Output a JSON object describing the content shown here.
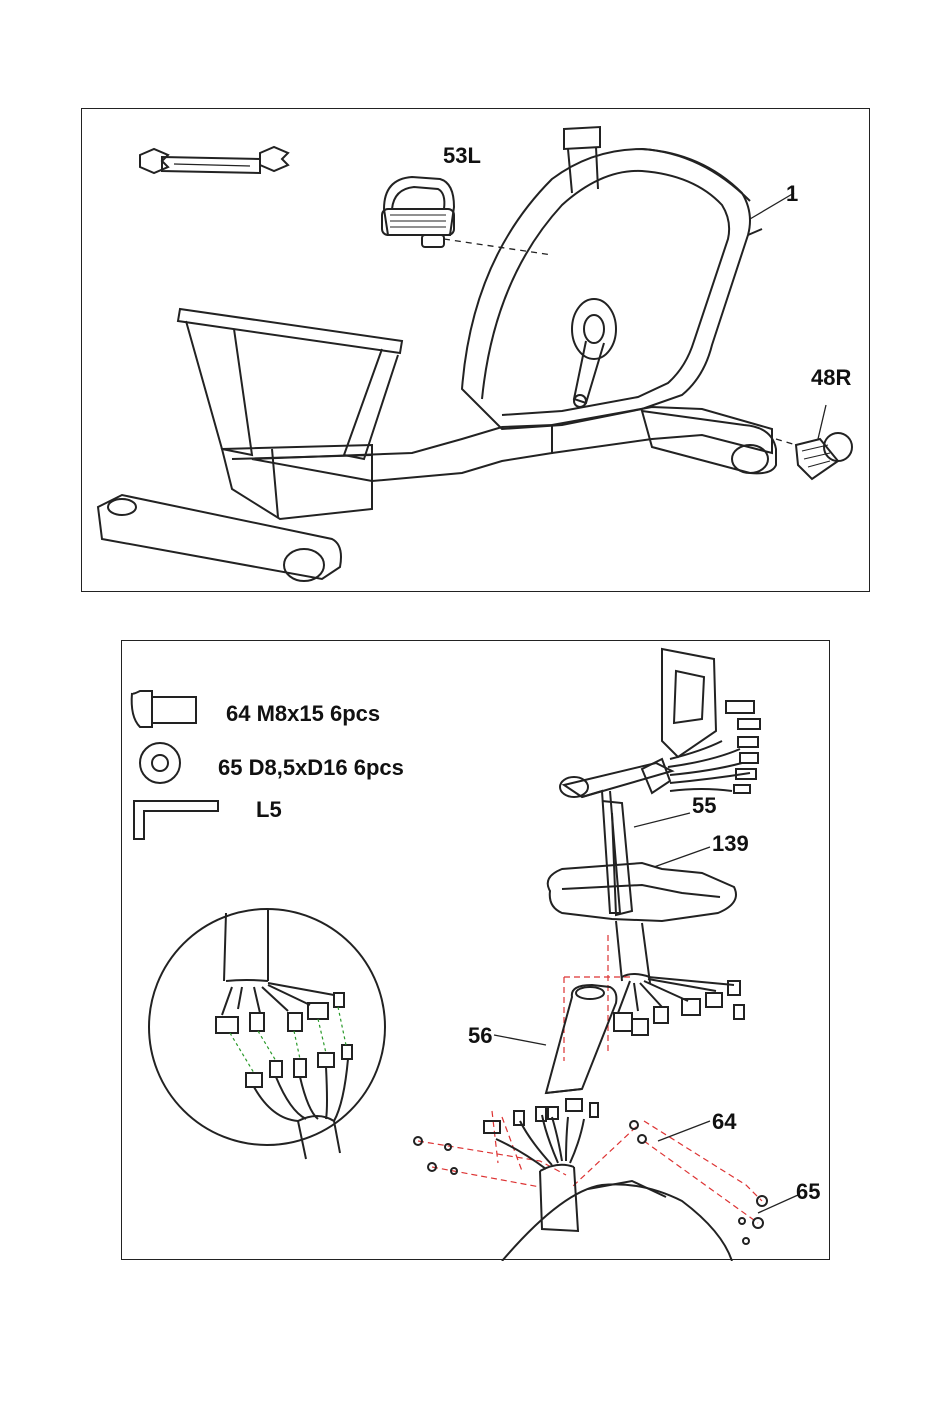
{
  "step1": {
    "labels": {
      "pedal_left": "53L",
      "frame": "1",
      "pedal_right": "48R"
    }
  },
  "step2": {
    "hardware": [
      {
        "text": "64 M8x15 6pcs",
        "icon": "bolt-icon"
      },
      {
        "text": "65 D8,5xD16 6pcs",
        "icon": "washer-icon"
      },
      {
        "text": "L5",
        "icon": "allen-key-icon"
      }
    ],
    "labels": {
      "upright_post": "55",
      "tray": "139",
      "post_cover": "56",
      "bolt": "64",
      "washer": "65"
    }
  }
}
